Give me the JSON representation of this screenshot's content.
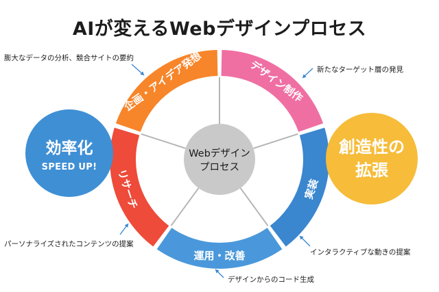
{
  "title": "AIが変えるWebデザインプロセス",
  "center": {
    "line1": "Webデザイン",
    "line2": "プロセス"
  },
  "segments": [
    {
      "id": "research",
      "label": "リサーチ",
      "color": "#ee4b3a"
    },
    {
      "id": "planning",
      "label": "企画・アイデア発想",
      "color": "#f7852a"
    },
    {
      "id": "design",
      "label": "デザイン制作",
      "color": "#ef6fa3"
    },
    {
      "id": "implement",
      "label": "実装",
      "color": "#3a86cf"
    },
    {
      "id": "operate",
      "label": "運用・改善",
      "color": "#4a98db"
    }
  ],
  "annotations": {
    "research": "膨大なデータの分析、競合サイトの要約",
    "planning": "新たなターゲット層の発見",
    "design": "インタラクティブな動きの提案",
    "implement": "デザインからのコード生成",
    "operate": "パーソナライズされたコンテンツの提案"
  },
  "efficiency": {
    "title": "効率化",
    "subtitle": "SPEED UP!",
    "color": "#3f8fd4"
  },
  "creativity": {
    "line1": "創造性の",
    "line2": "拡張",
    "color": "#f6bc3a"
  },
  "colors": {
    "center_fill": "#c9c9c9",
    "divider": "#b5b5b5",
    "arrow": "#3a86cf"
  }
}
